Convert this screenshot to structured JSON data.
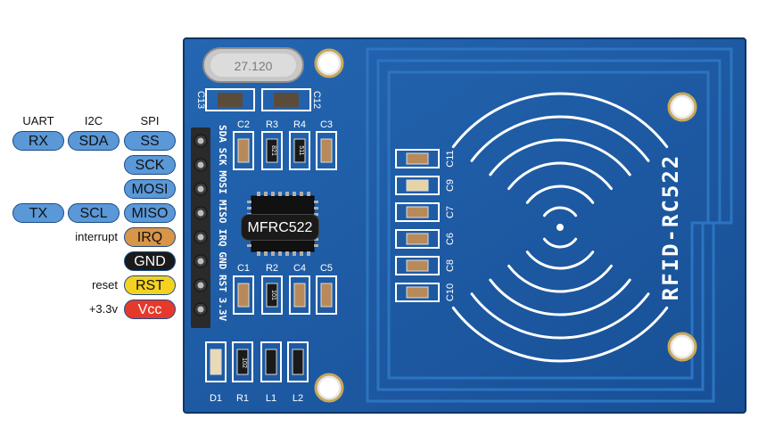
{
  "headers": {
    "uart": "UART",
    "i2c": "I2C",
    "spi": "SPI"
  },
  "pins": [
    {
      "spi": "SS",
      "i2c": "SDA",
      "uart": "RX",
      "note": "",
      "color": "#5a98d8"
    },
    {
      "spi": "SCK",
      "i2c": "",
      "uart": "",
      "note": "",
      "color": "#5a98d8"
    },
    {
      "spi": "MOSI",
      "i2c": "",
      "uart": "",
      "note": "",
      "color": "#5a98d8"
    },
    {
      "spi": "MISO",
      "i2c": "SCL",
      "uart": "TX",
      "note": "",
      "color": "#5a98d8"
    },
    {
      "spi": "IRQ",
      "i2c": "",
      "uart": "",
      "note": "interrupt",
      "color": "#d99548"
    },
    {
      "spi": "GND",
      "i2c": "",
      "uart": "",
      "note": "",
      "color": "#1a1a1a"
    },
    {
      "spi": "RST",
      "i2c": "",
      "uart": "",
      "note": "reset",
      "color": "#f4d21f"
    },
    {
      "spi": "Vcc",
      "i2c": "",
      "uart": "",
      "note": "+3.3v",
      "color": "#e53a2b"
    }
  ],
  "board": {
    "chip": "MFRC522",
    "title": "RFID-RC522",
    "crystal": "27.120",
    "silk_pins": [
      "SDA",
      "SCK",
      "MOSI",
      "MISO",
      "IRQ",
      "GND",
      "RST",
      "3.3V"
    ],
    "top_components": [
      "C2",
      "R3",
      "R4",
      "C3"
    ],
    "bottom_components": [
      "C1",
      "R2",
      "C4",
      "C5"
    ],
    "footer_components": [
      "D1",
      "R1",
      "L1",
      "L2"
    ],
    "caps_left": [
      "C13",
      "C12"
    ],
    "antenna_caps": [
      "C11",
      "C9",
      "C7",
      "C6",
      "C8",
      "C10"
    ],
    "resistor_marks": {
      "r3": "821",
      "r4": "511",
      "r2": "101",
      "r1": "102"
    },
    "board_color": "#1d5ea8"
  }
}
